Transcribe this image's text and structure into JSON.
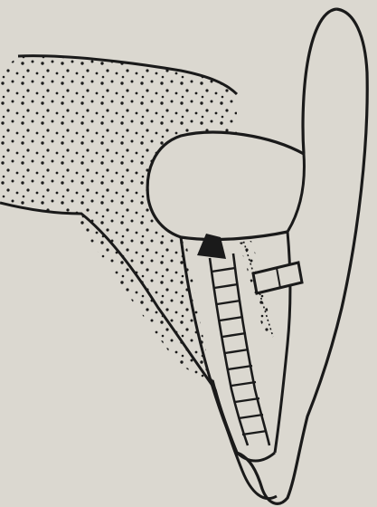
{
  "page": {
    "background_color": "#dbd8d0",
    "ink_color": "#1a1a1a",
    "bleed_text_color": "#8d8a84"
  },
  "figure": {
    "subject": "tooth-root-crown-cross-section-illustration",
    "regions": [
      {
        "name": "gingiva-stippled-region",
        "pattern": "stipple"
      },
      {
        "name": "crown",
        "pattern": "outline"
      },
      {
        "name": "root-canal-ladder",
        "pattern": "rungs"
      },
      {
        "name": "filling-block",
        "pattern": "solid"
      },
      {
        "name": "band-clip",
        "pattern": "outline"
      }
    ]
  }
}
